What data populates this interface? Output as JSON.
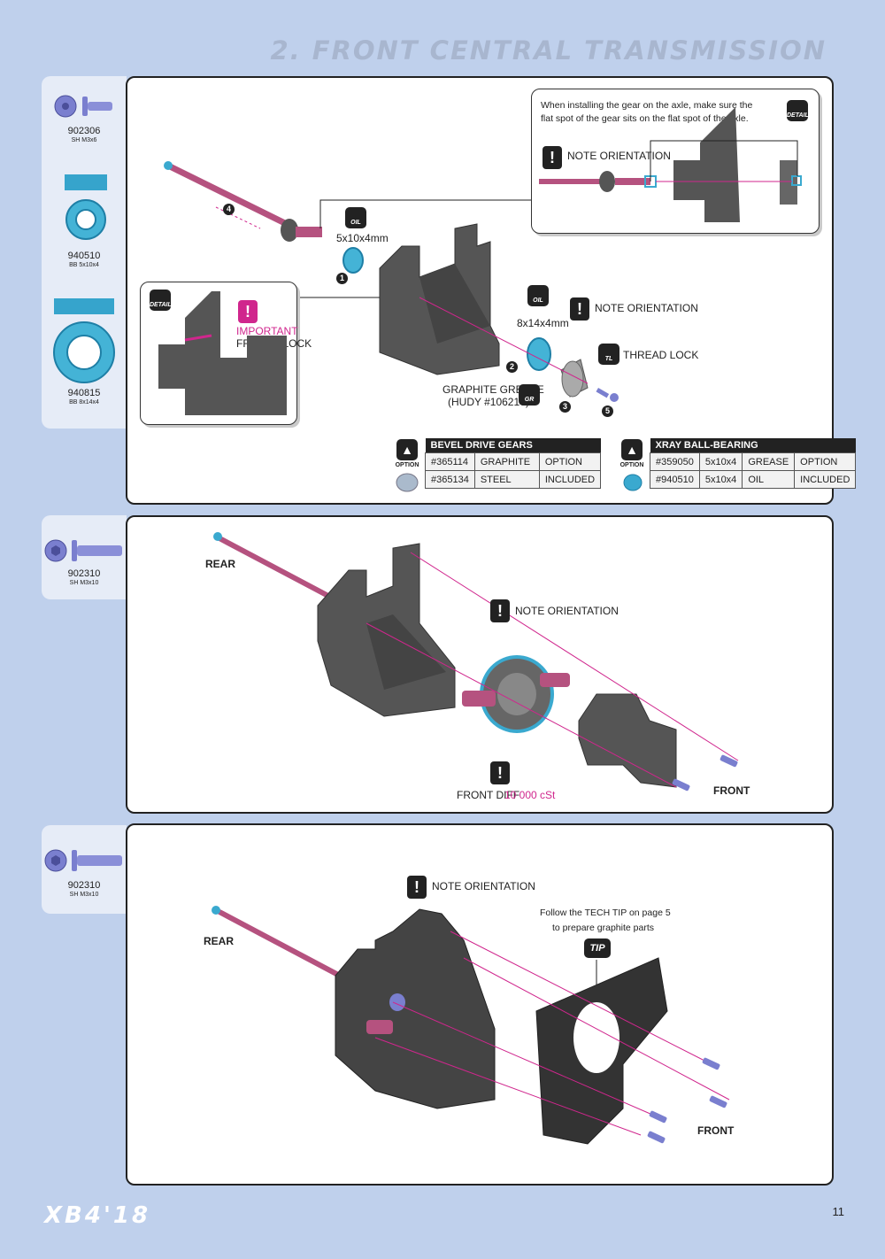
{
  "page_title": "2. FRONT CENTRAL TRANSMISSION",
  "footer_logo": "XB4'18",
  "page_number": "11",
  "sidebar1": {
    "parts": [
      {
        "code": "902306",
        "desc": "SH M3x6"
      },
      {
        "code": "940510",
        "desc": "BB 5x10x4"
      },
      {
        "code": "940815",
        "desc": "BB 8x14x4"
      }
    ]
  },
  "sidebar2": {
    "parts": [
      {
        "code": "902310",
        "desc": "SH M3x10"
      }
    ]
  },
  "sidebar3": {
    "parts": [
      {
        "code": "902310",
        "desc": "SH M3x10"
      }
    ]
  },
  "step1": {
    "detail_text_line1": "When installing the gear on the axle, make sure the",
    "detail_text_line2": "flat spot of the gear sits on the flat spot of the axle.",
    "note_orientation": "NOTE ORIENTATION",
    "important": "IMPORTANT",
    "front_block": "FRONT BLOCK",
    "oil1_size": "5x10x4mm",
    "oil2_size": "8x14x4mm",
    "note_orientation2": "NOTE ORIENTATION",
    "thread_lock": "THREAD LOCK",
    "graphite_grease": "GRAPHITE GREASE",
    "hudy": "(HUDY #106210)",
    "oil_badge": "OIL",
    "tl_badge": "TL",
    "gr_badge": "GR",
    "detail_badge": "DETAIL",
    "nums": [
      "1",
      "2",
      "3",
      "4",
      "5"
    ],
    "option_label": "OPTION",
    "bevel_table": {
      "title": "BEVEL DRIVE GEARS",
      "rows": [
        [
          "#365114",
          "GRAPHITE",
          "OPTION"
        ],
        [
          "#365134",
          "STEEL",
          "INCLUDED"
        ]
      ]
    },
    "bearing_table": {
      "title": "XRAY BALL-BEARING",
      "rows": [
        [
          "#359050",
          "5x10x4",
          "GREASE",
          "OPTION"
        ],
        [
          "#940510",
          "5x10x4",
          "OIL",
          "INCLUDED"
        ]
      ]
    }
  },
  "step2": {
    "rear": "REAR",
    "front": "FRONT",
    "note_orientation": "NOTE ORIENTATION",
    "front_diff": "FRONT DIFF",
    "diff_oil": "10 000 cSt"
  },
  "step3": {
    "rear": "REAR",
    "front": "FRONT",
    "note_orientation": "NOTE ORIENTATION",
    "tech_tip_line1": "Follow the TECH TIP on page 5",
    "tech_tip_line2": "to prepare graphite parts",
    "tip_badge": "TIP"
  },
  "colors": {
    "background": "#bfd0ec",
    "accent": "#d0268d",
    "part_blue": "#3aa9cf",
    "shaft": "#b5527f"
  }
}
